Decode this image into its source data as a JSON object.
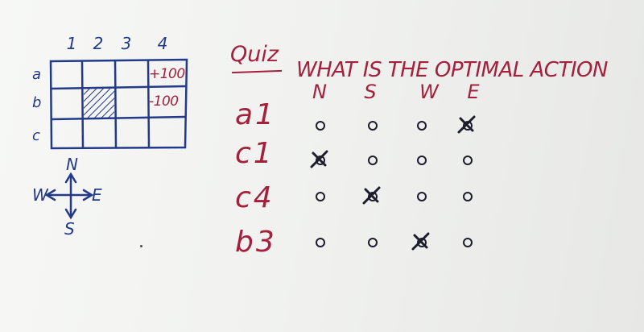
{
  "grid": {
    "columns": [
      "1",
      "2",
      "3",
      "4"
    ],
    "rows": [
      "a",
      "b",
      "c"
    ],
    "rewards": {
      "positive": "+100",
      "negative": "-100"
    }
  },
  "compass": {
    "north": "N",
    "south": "S",
    "west": "W",
    "east": "E"
  },
  "quiz": {
    "label": "Quiz",
    "title": "What is the optimal action",
    "actions": [
      "N",
      "S",
      "W",
      "E"
    ],
    "states": [
      {
        "label": "a1",
        "marked": "E"
      },
      {
        "label": "c1",
        "marked": "N"
      },
      {
        "label": "c4",
        "marked": "S"
      },
      {
        "label": "b3",
        "marked": "W"
      }
    ]
  },
  "colors": {
    "ink_blue": "#233a8a",
    "ink_red": "#a4203c",
    "ink_black": "#1c1c2a"
  }
}
